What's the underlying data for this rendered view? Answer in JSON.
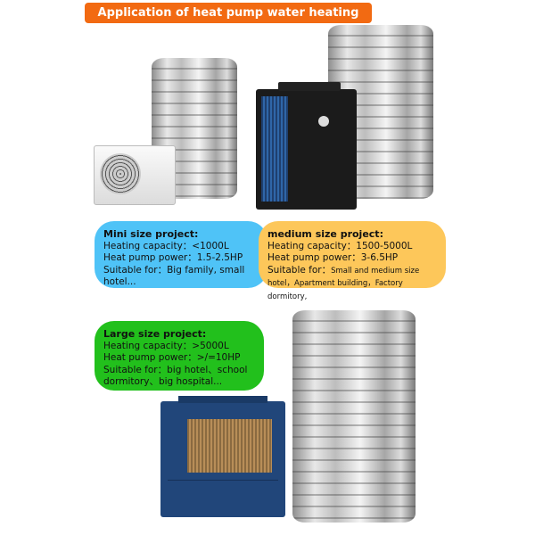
{
  "title": "Application of heat pump water heating system",
  "mini": {
    "heading": "Mini size project:",
    "capacity": "Heating capacity：<1000L",
    "power": "Heat pump power：1.5-2.5HP",
    "suitable": "Suitable for：Big family, small hotel..."
  },
  "medium": {
    "heading": "medium size project:",
    "capacity": "Heating capacity：1500-5000L",
    "power": "Heat pump power：3-6.5HP",
    "suitable_label": "Suitable for：",
    "suitable": "Small and medium size hotel，Apartment building，Factory dormitory,"
  },
  "large": {
    "heading": "Large size project:",
    "capacity": "Heating capacity：>5000L",
    "power": "Heat pump power：>/=10HP",
    "suitable": "Suitable for：big hotel、school dormitory、big hospital..."
  },
  "colors": {
    "banner": "#f26a12",
    "mini": "#4fc3f7",
    "medium": "#fdc75a",
    "large": "#22c01c"
  }
}
